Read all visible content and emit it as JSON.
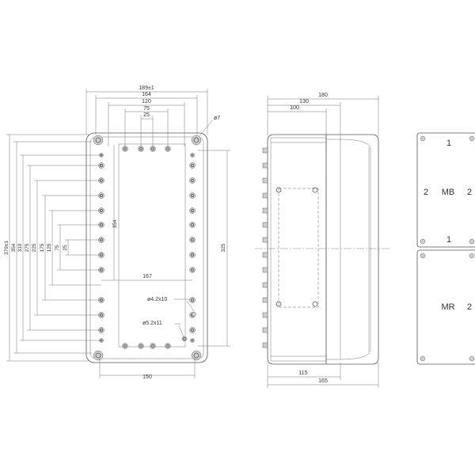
{
  "colors": {
    "line": "#555555",
    "dimension": "#666666",
    "fill_gray": "#cfcfcf",
    "background": "#ffffff"
  },
  "front_view": {
    "top_dims": [
      "189±1",
      "164",
      "120",
      "75",
      "25"
    ],
    "left_dims": [
      "379±1",
      "354",
      "310",
      "275",
      "225",
      "175",
      "125",
      "75",
      "25"
    ],
    "inner_height": "354",
    "hole_dia": "ø7",
    "inner_width": "167",
    "right_dim": "325",
    "hole_label_1": "ø4.2x10",
    "hole_label_2": "ø5.2x11",
    "bottom_dim": "150"
  },
  "side_view": {
    "top_dims": [
      "180",
      "130",
      "100"
    ],
    "bottom_dims": [
      "115",
      "165"
    ]
  },
  "lid_view": {
    "top_number": "1",
    "mb_label": "MB",
    "mb_left": "2",
    "mb_right": "2",
    "middle_number": "1",
    "mr_label": "MR",
    "mr_right": "2"
  }
}
